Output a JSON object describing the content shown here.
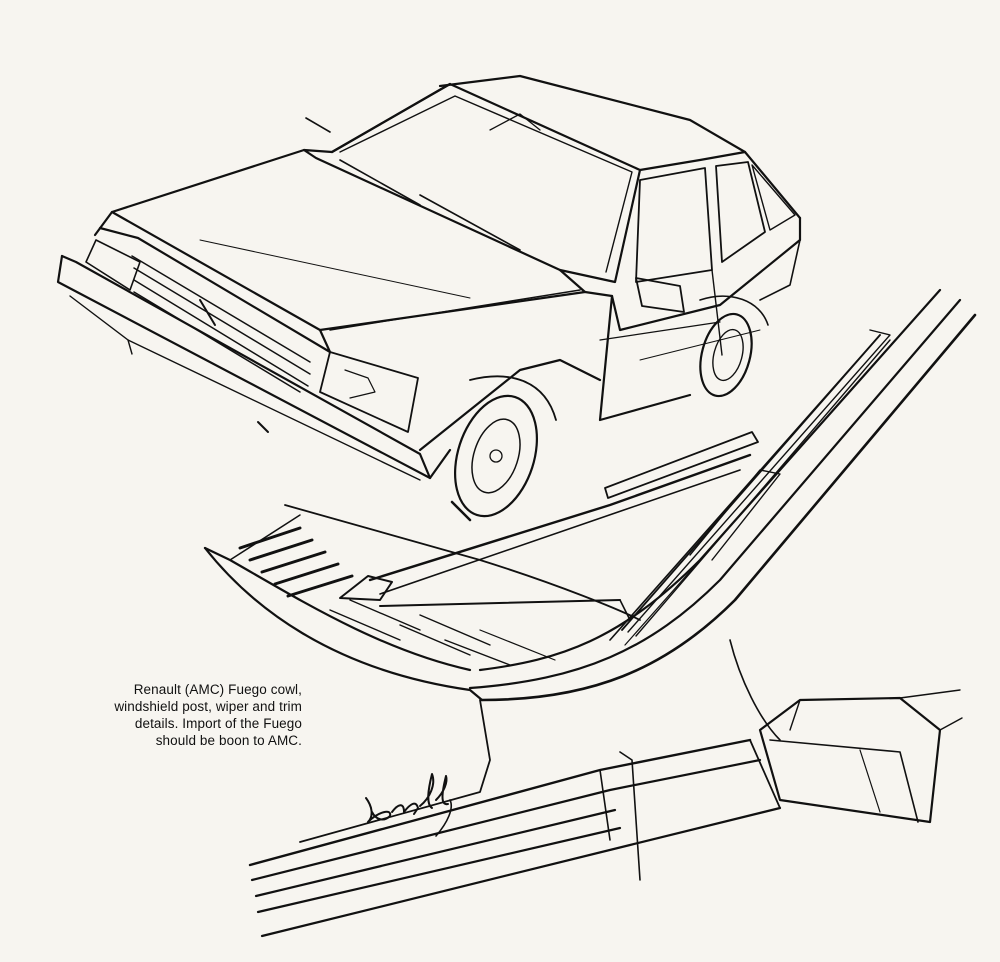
{
  "caption": {
    "lines": [
      "Renault (AMC) Fuego cowl,",
      "windshield post, wiper and trim",
      "details. Import of the Fuego",
      "should be boon to AMC."
    ]
  },
  "signature": "Bradley",
  "colors": {
    "paper": "#f7f5f0",
    "ink": "#111111"
  }
}
